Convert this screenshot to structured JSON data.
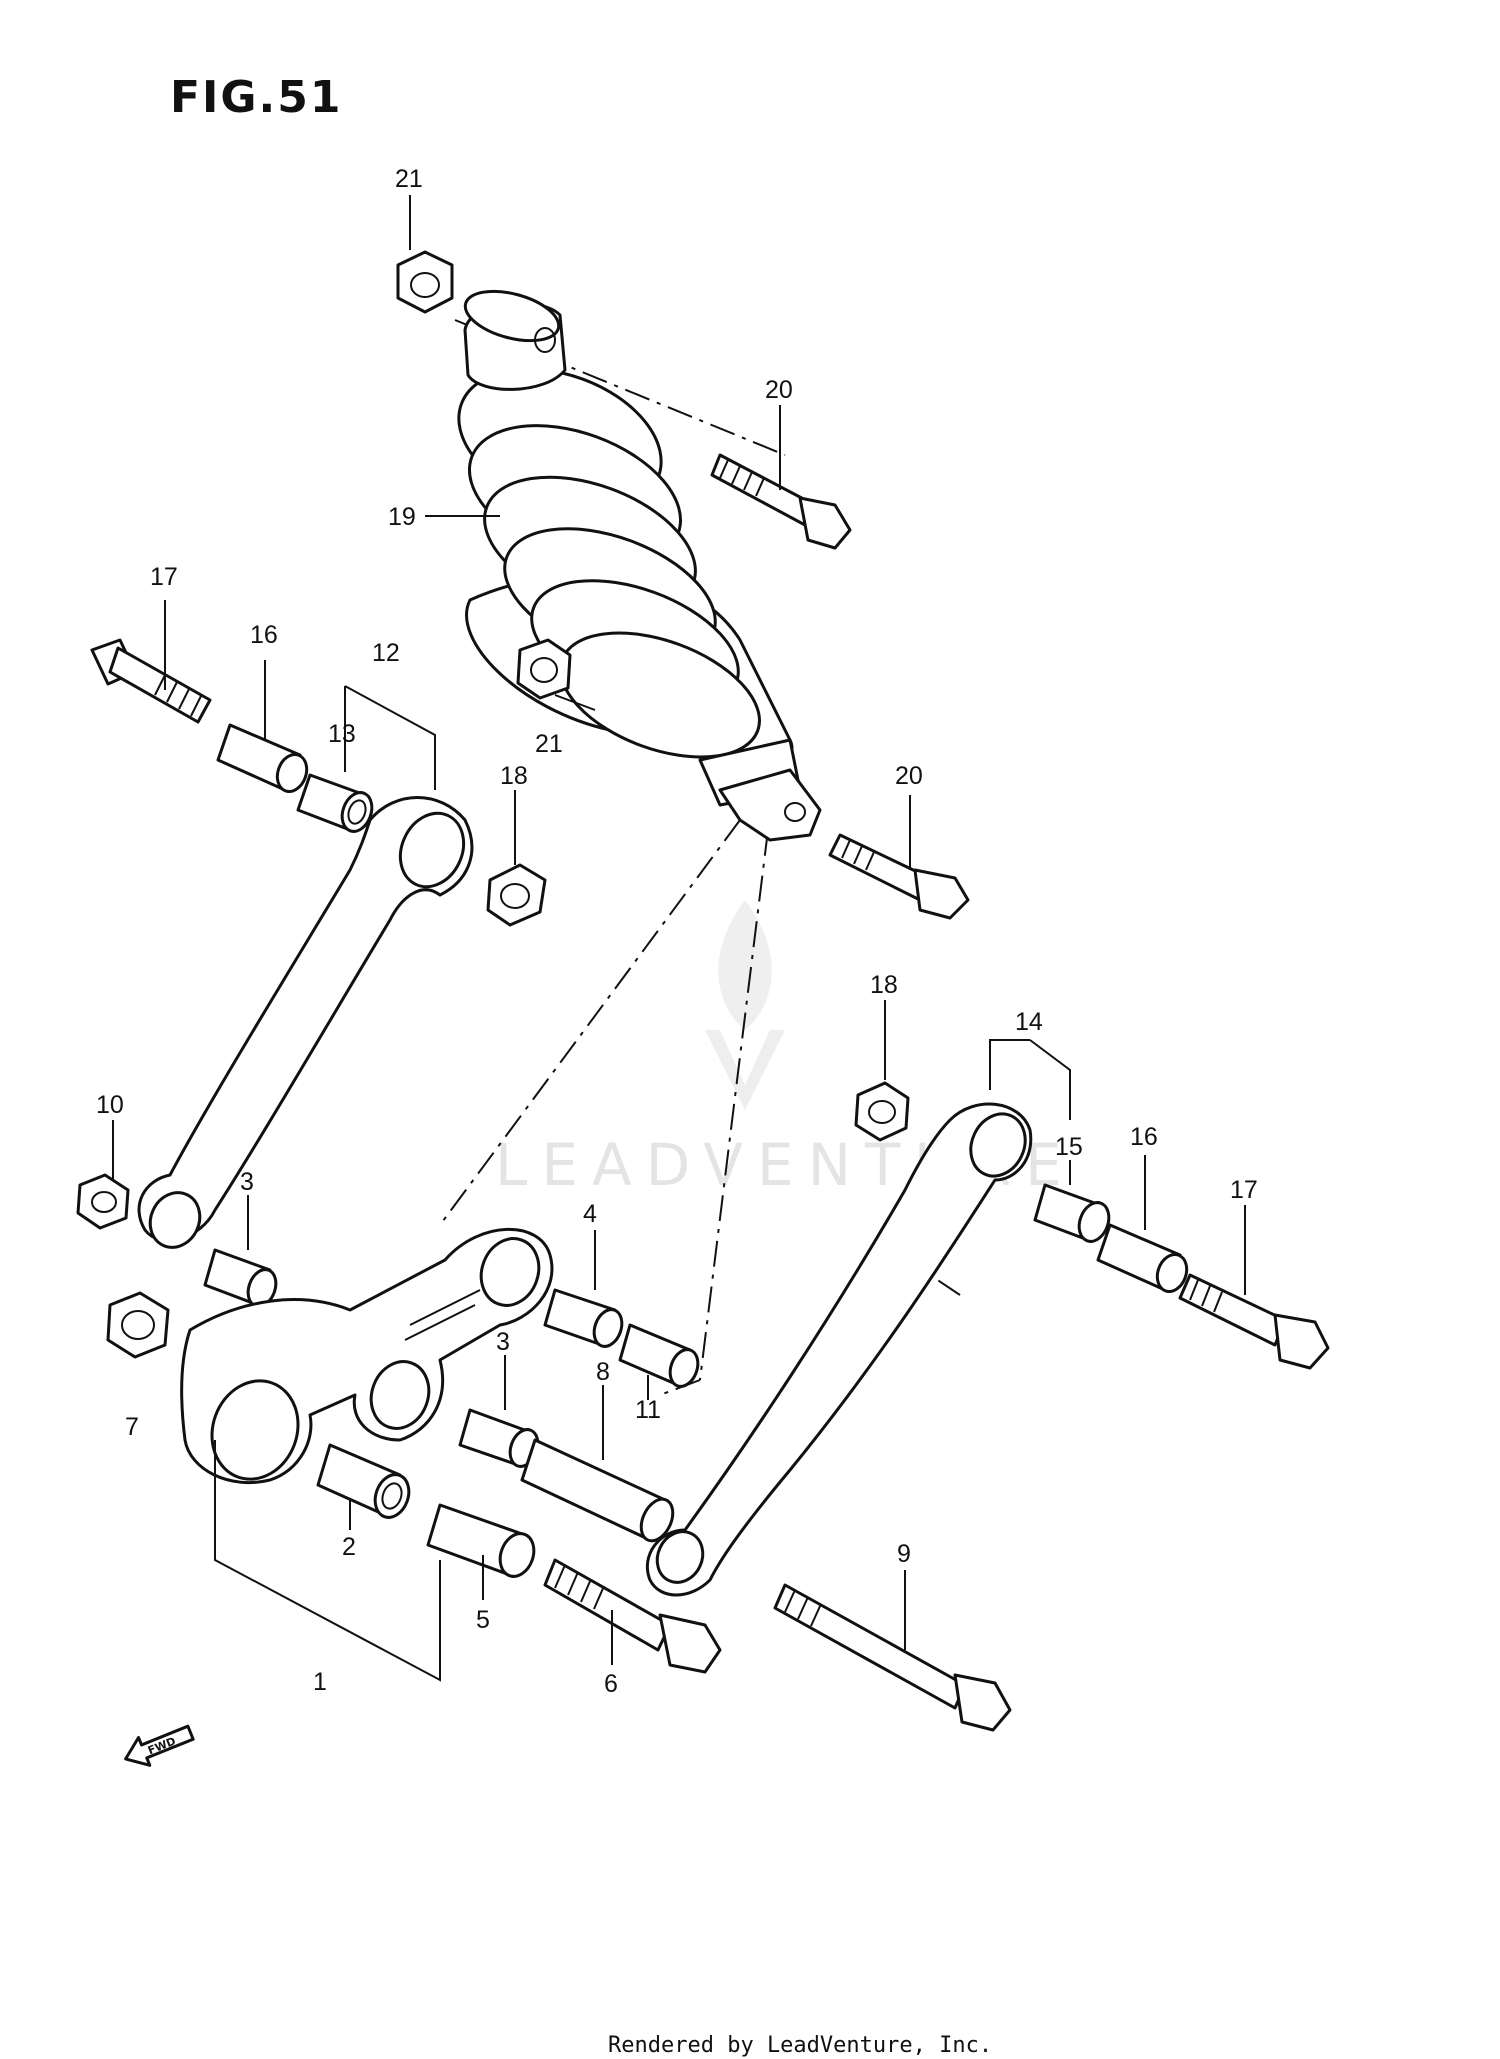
{
  "figure": {
    "title": "FIG.51",
    "watermark": "LEADVENTURE",
    "footer": "Rendered by LeadVenture, Inc.",
    "fwd_label": "FWD"
  },
  "callouts": {
    "c1": "1",
    "c2": "2",
    "c3a": "3",
    "c3b": "3",
    "c4": "4",
    "c5": "5",
    "c6": "6",
    "c7": "7",
    "c8": "8",
    "c9": "9",
    "c10": "10",
    "c11": "11",
    "c12": "12",
    "c13": "13",
    "c14": "14",
    "c15": "15",
    "c16a": "16",
    "c16b": "16",
    "c17a": "17",
    "c17b": "17",
    "c18a": "18",
    "c18b": "18",
    "c19": "19",
    "c20a": "20",
    "c20b": "20",
    "c21a": "21",
    "c21b": "21"
  }
}
